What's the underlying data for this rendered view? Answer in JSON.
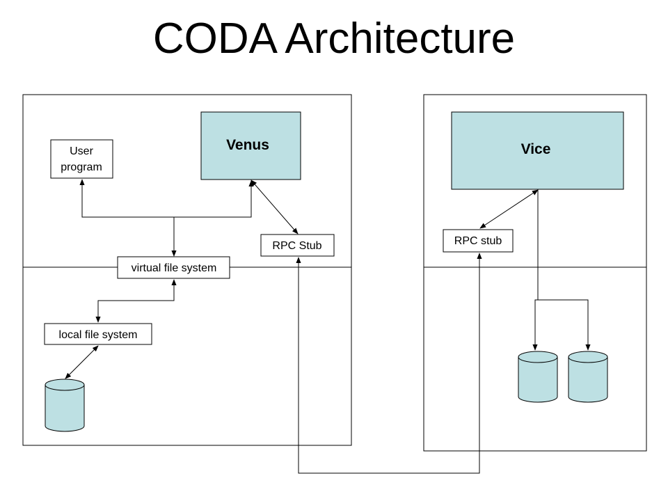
{
  "title": "CODA Architecture",
  "client": {
    "venus_label": "Venus",
    "user_program_label": [
      "User",
      "program"
    ],
    "rpc_stub_label": "RPC Stub",
    "vfs_label": "virtual file system",
    "local_fs_label": "local file system"
  },
  "server": {
    "vice_label": "Vice",
    "rpc_stub_label": "RPC stub"
  },
  "colors": {
    "component_fill": "#bde0e3",
    "line": "#000000",
    "box_fill": "#ffffff"
  }
}
